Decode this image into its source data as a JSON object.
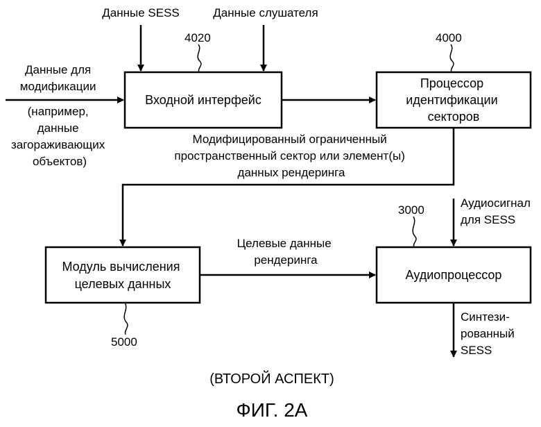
{
  "inputs": {
    "sess_data": "Данные SESS",
    "listener_data": "Данные слушателя",
    "modification_data": [
      "Данные для",
      "модификации",
      "(например,",
      "данные",
      "загораживающих",
      "объектов)"
    ],
    "sess_audio_signal": [
      "Аудиосигнал",
      "для SESS"
    ]
  },
  "blocks": {
    "input_interface": {
      "label": "Входной интерфейс",
      "ref": "4020"
    },
    "sector_processor": {
      "label": [
        "Процессор",
        "идентификации",
        "секторов"
      ],
      "ref": "4000"
    },
    "target_calc": {
      "label": [
        "Модуль вычисления",
        "целевых данных"
      ],
      "ref": "5000"
    },
    "audio_processor": {
      "label": "Аудиопроцессор",
      "ref": "3000"
    }
  },
  "flows": {
    "modified_sector": [
      "Модифицированный ограниченный",
      "пространственный сектор или элемент(ы)",
      "данных рендеринга"
    ],
    "target_render_data": [
      "Целевые данные",
      "рендеринга"
    ],
    "synthesized_sess": [
      "Синтези-",
      "рованный",
      "SESS"
    ]
  },
  "caption": "(ВТОРОЙ АСПЕКТ)",
  "figure_label": "ФИГ. 2А"
}
